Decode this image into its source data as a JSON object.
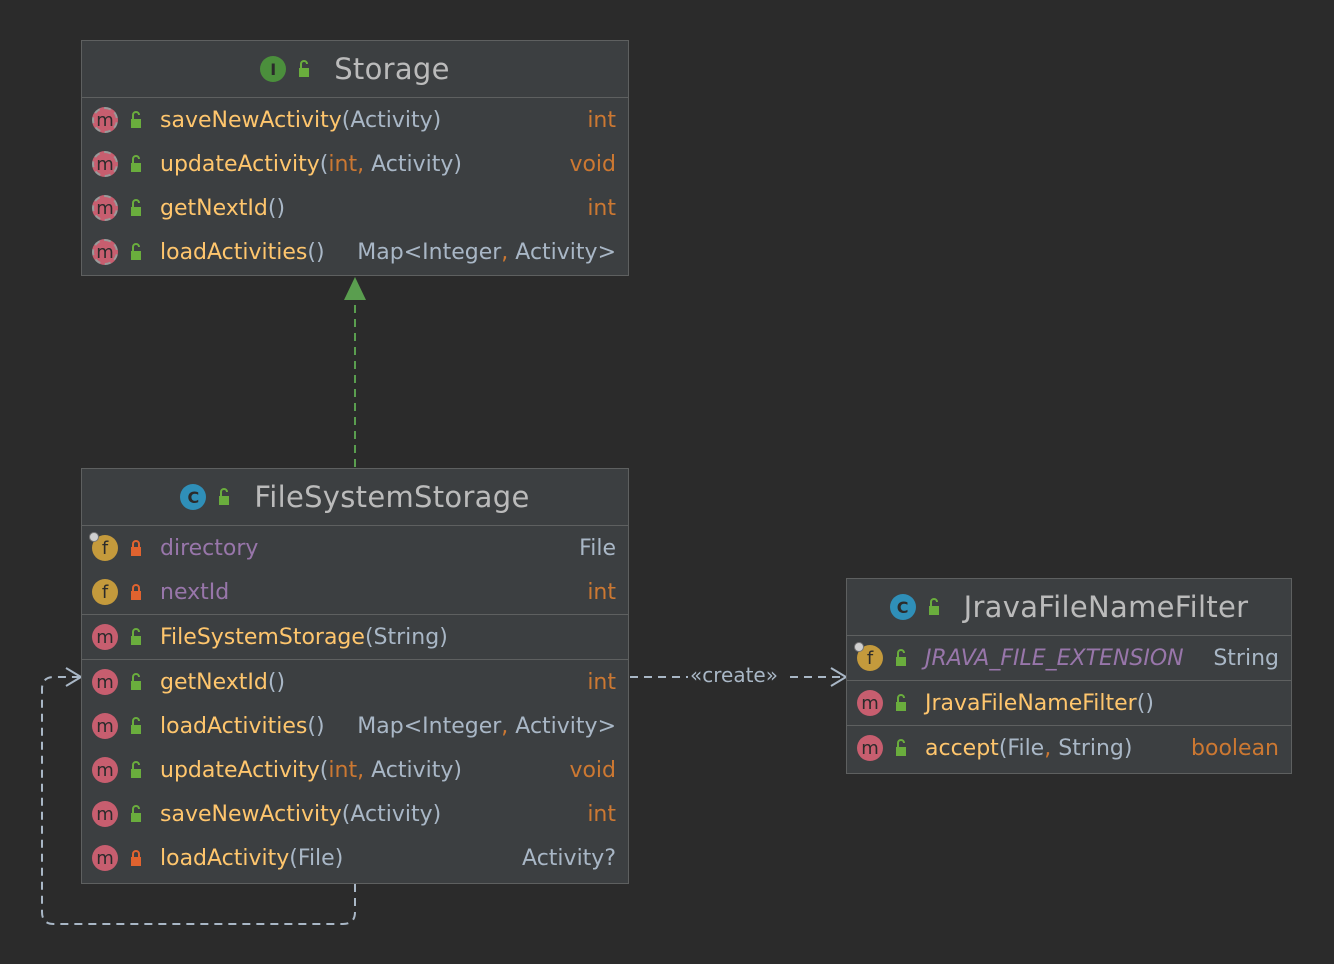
{
  "colors": {
    "background": "#2b2b2b",
    "box_fill": "#3c3f41",
    "box_border": "#5e6060",
    "method_name": "#ffc66d",
    "field_name": "#9876aa",
    "keyword": "#cc7832",
    "text": "#a9b7c6",
    "implements_arrow": "#5a9e4f",
    "dependency_arrow": "#a9b7c6"
  },
  "storage": {
    "kind_icon": "interface-icon",
    "kind_letter": "I",
    "name": "Storage",
    "methods": [
      {
        "name": "saveNewActivity",
        "open": "(",
        "params": [
          {
            "text": "Activity",
            "prim": false
          }
        ],
        "close": ")",
        "ret": "int",
        "ret_prim": true
      },
      {
        "name": "updateActivity",
        "open": "(",
        "params": [
          {
            "text": "int",
            "prim": true
          },
          {
            "text": "Activity",
            "prim": false
          }
        ],
        "close": ")",
        "ret": "void",
        "ret_prim": true
      },
      {
        "name": "getNextId",
        "open": "(",
        "params": [],
        "close": ")",
        "ret": "int",
        "ret_prim": true
      },
      {
        "name": "loadActivities",
        "open": "(",
        "params": [],
        "close": ")",
        "ret_parts": [
          "Map<Integer",
          ",",
          " Activity>"
        ]
      }
    ]
  },
  "filesystem": {
    "kind_icon": "class-icon",
    "kind_letter": "C",
    "name": "FileSystemStorage",
    "fields": [
      {
        "name": "directory",
        "type": "File",
        "type_prim": false,
        "final": true
      },
      {
        "name": "nextId",
        "type": "int",
        "type_prim": true,
        "final": false
      }
    ],
    "constructors": [
      {
        "name": "FileSystemStorage",
        "open": "(",
        "params": [
          {
            "text": "String",
            "prim": false
          }
        ],
        "close": ")"
      }
    ],
    "methods": [
      {
        "name": "getNextId",
        "open": "(",
        "params": [],
        "close": ")",
        "ret": "int",
        "ret_prim": true,
        "private": false
      },
      {
        "name": "loadActivities",
        "open": "(",
        "params": [],
        "close": ")",
        "ret_parts": [
          "Map<Integer",
          ",",
          " Activity>"
        ],
        "private": false
      },
      {
        "name": "updateActivity",
        "open": "(",
        "params": [
          {
            "text": "int",
            "prim": true
          },
          {
            "text": "Activity",
            "prim": false
          }
        ],
        "close": ")",
        "ret": "void",
        "ret_prim": true,
        "private": false
      },
      {
        "name": "saveNewActivity",
        "open": "(",
        "params": [
          {
            "text": "Activity",
            "prim": false
          }
        ],
        "close": ")",
        "ret": "int",
        "ret_prim": true,
        "private": false
      },
      {
        "name": "loadActivity",
        "open": "(",
        "params": [
          {
            "text": "File",
            "prim": false
          }
        ],
        "close": ")",
        "ret": "Activity?",
        "ret_prim": false,
        "private": true
      }
    ]
  },
  "filter": {
    "kind_icon": "class-icon",
    "kind_letter": "C",
    "name": "JravaFileNameFilter",
    "fields": [
      {
        "name": "JRAVA_FILE_EXTENSION",
        "type": "String",
        "type_prim": false,
        "static": true
      }
    ],
    "constructors": [
      {
        "name": "JravaFileNameFilter",
        "open": "(",
        "params": [],
        "close": ")"
      }
    ],
    "methods": [
      {
        "name": "accept",
        "open": "(",
        "params": [
          {
            "text": "File",
            "prim": false
          },
          {
            "text": "String",
            "prim": false
          }
        ],
        "close": ")",
        "ret": "boolean",
        "ret_prim": true
      }
    ]
  },
  "edges": {
    "create_label": "«create»"
  }
}
